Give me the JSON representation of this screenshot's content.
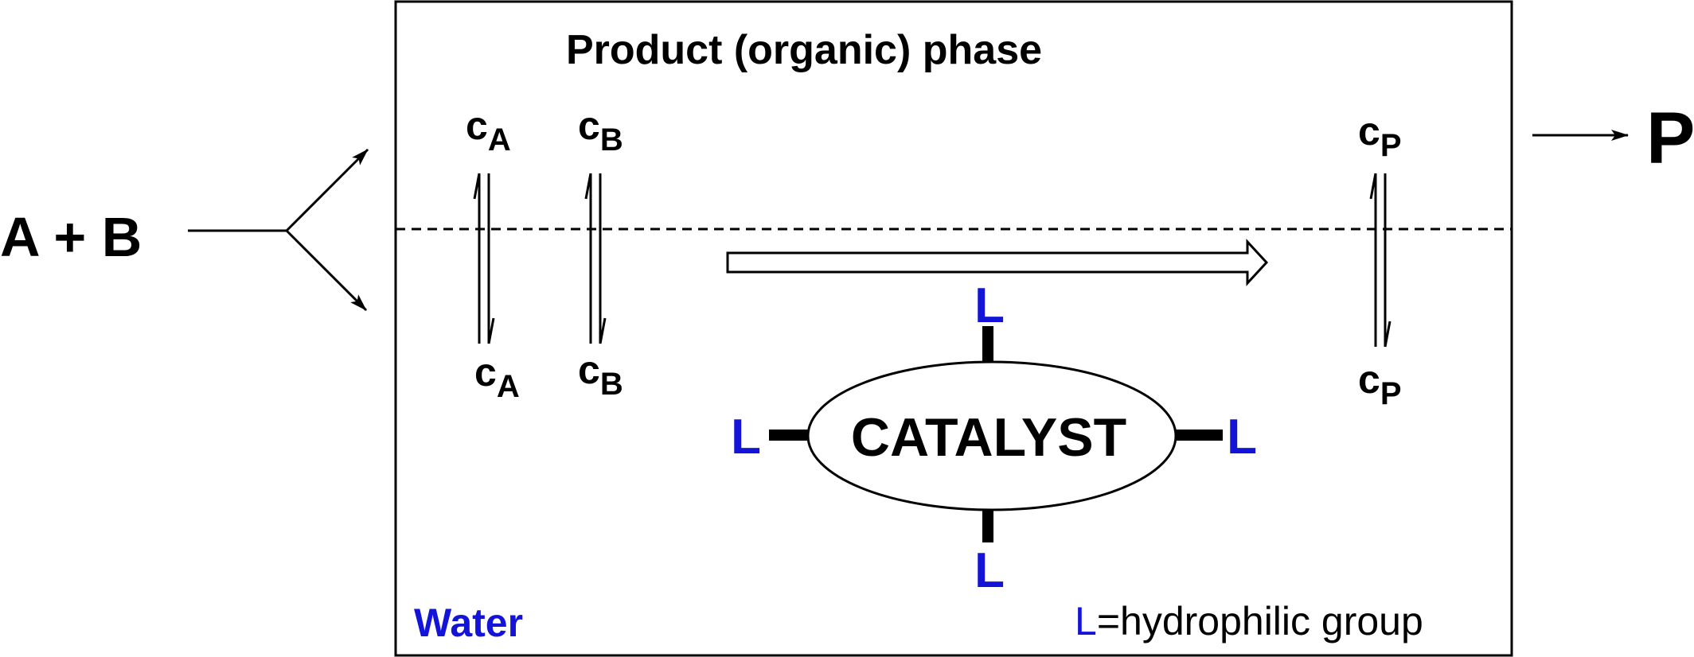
{
  "colors": {
    "ink": "#000000",
    "ligand": "#1414d8",
    "background": "#ffffff"
  },
  "feed": {
    "label": "A + B"
  },
  "product_out": {
    "label": "P"
  },
  "phases": {
    "organic": "Product (organic) phase",
    "water": "Water"
  },
  "species": {
    "a": {
      "base": "c",
      "sub": "A"
    },
    "b": {
      "base": "c",
      "sub": "B"
    },
    "p": {
      "base": "c",
      "sub": "P"
    }
  },
  "catalyst": {
    "label": "CATALYST",
    "ligand": "L"
  },
  "legend": {
    "symbol": "L",
    "text": "=hydrophilic group"
  }
}
